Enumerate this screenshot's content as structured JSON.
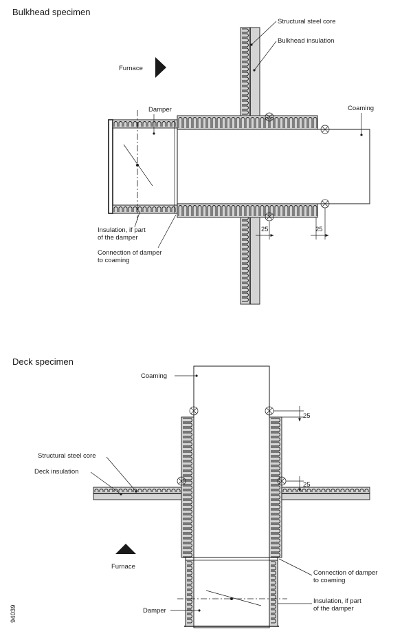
{
  "bulkhead": {
    "title": "Bulkhead specimen",
    "labels": {
      "structural_steel_core": "Structural steel core",
      "bulkhead_insulation": "Bulkhead insulation",
      "furnace": "Furnace",
      "damper": "Damper",
      "coaming": "Coaming",
      "insulation_1": "Insulation, if part",
      "insulation_2": "of the damper",
      "connection_1": "Connection of damper",
      "connection_2": "to coaming",
      "dim_1": "25",
      "dim_2": "25"
    }
  },
  "deck": {
    "title": "Deck specimen",
    "labels": {
      "coaming": "Coaming",
      "structural_steel_core": "Structural steel core",
      "deck_insulation": "Deck insulation",
      "furnace": "Furnace",
      "damper": "Damper",
      "connection_1": "Connection of damper",
      "connection_2": "to coaming",
      "insulation_1": "Insulation, if part",
      "insulation_2": "of the damper",
      "dim_1": "25",
      "dim_2": "25"
    }
  },
  "figure_number": "94039"
}
